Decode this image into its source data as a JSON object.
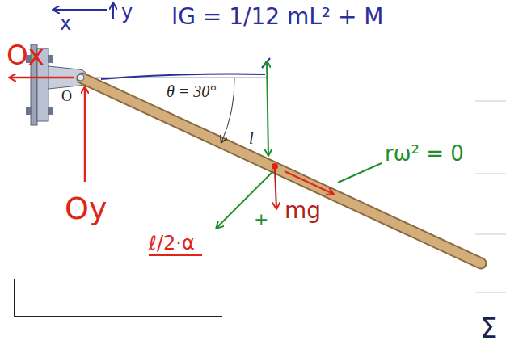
{
  "diagram": {
    "labels": [
      "x",
      "y",
      "IG = 1/12 mL² + M",
      "Ox",
      "O",
      "θ = 30°",
      "Oy",
      "l",
      "mg",
      "rω² = 0",
      "ℓ/2·α",
      "+",
      "Σ"
    ]
  }
}
